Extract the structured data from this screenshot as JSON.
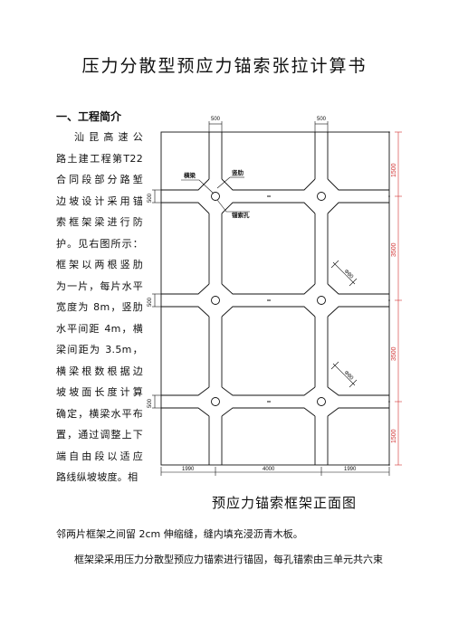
{
  "doc": {
    "title": "压力分散型预应力锚索张拉计算书",
    "section_heading": "一、工程简介",
    "column_lines": [
      "汕昆高速公",
      "路土建工程第T22",
      "合同段部分路堑",
      "边坡设计采用锚",
      "索框架梁进行防",
      "护。见右图所示：",
      "框架以两根竖肋",
      "为一片，每片水平",
      "宽度为 8m，竖肋",
      "水平间距 4m，横",
      "梁间距为 3.5m，",
      "横梁根数根据边",
      "坡坡面长度计算",
      "确定，横梁水平布",
      "置，通过调整上下",
      "端自由段以适应",
      "路线纵坡坡度。相"
    ],
    "para_line_2": "邻两片框架之间留 2cm 伸缩缝，缝内填充浸沥青木板。",
    "para2": "框架梁采用压力分散型预应力锚索进行锚固，每孔锚索由三单元共六束"
  },
  "drawing": {
    "caption": "预应力锚索框架正面图",
    "label_beam": "横梁",
    "label_rib": "竖肋",
    "label_hole": "锚索孔",
    "dim_top_left": "500",
    "dim_top_right": "500",
    "dim_left": [
      "500",
      "500",
      "500"
    ],
    "dim_bottom": [
      "1990",
      "4000",
      "1990"
    ],
    "dim_right": [
      "1500",
      "3500",
      "3500",
      "1500"
    ],
    "dim_diag": [
      "Φ80",
      "Φ80"
    ],
    "colors": {
      "line": "#111111",
      "dim_right": "#d03030"
    }
  }
}
